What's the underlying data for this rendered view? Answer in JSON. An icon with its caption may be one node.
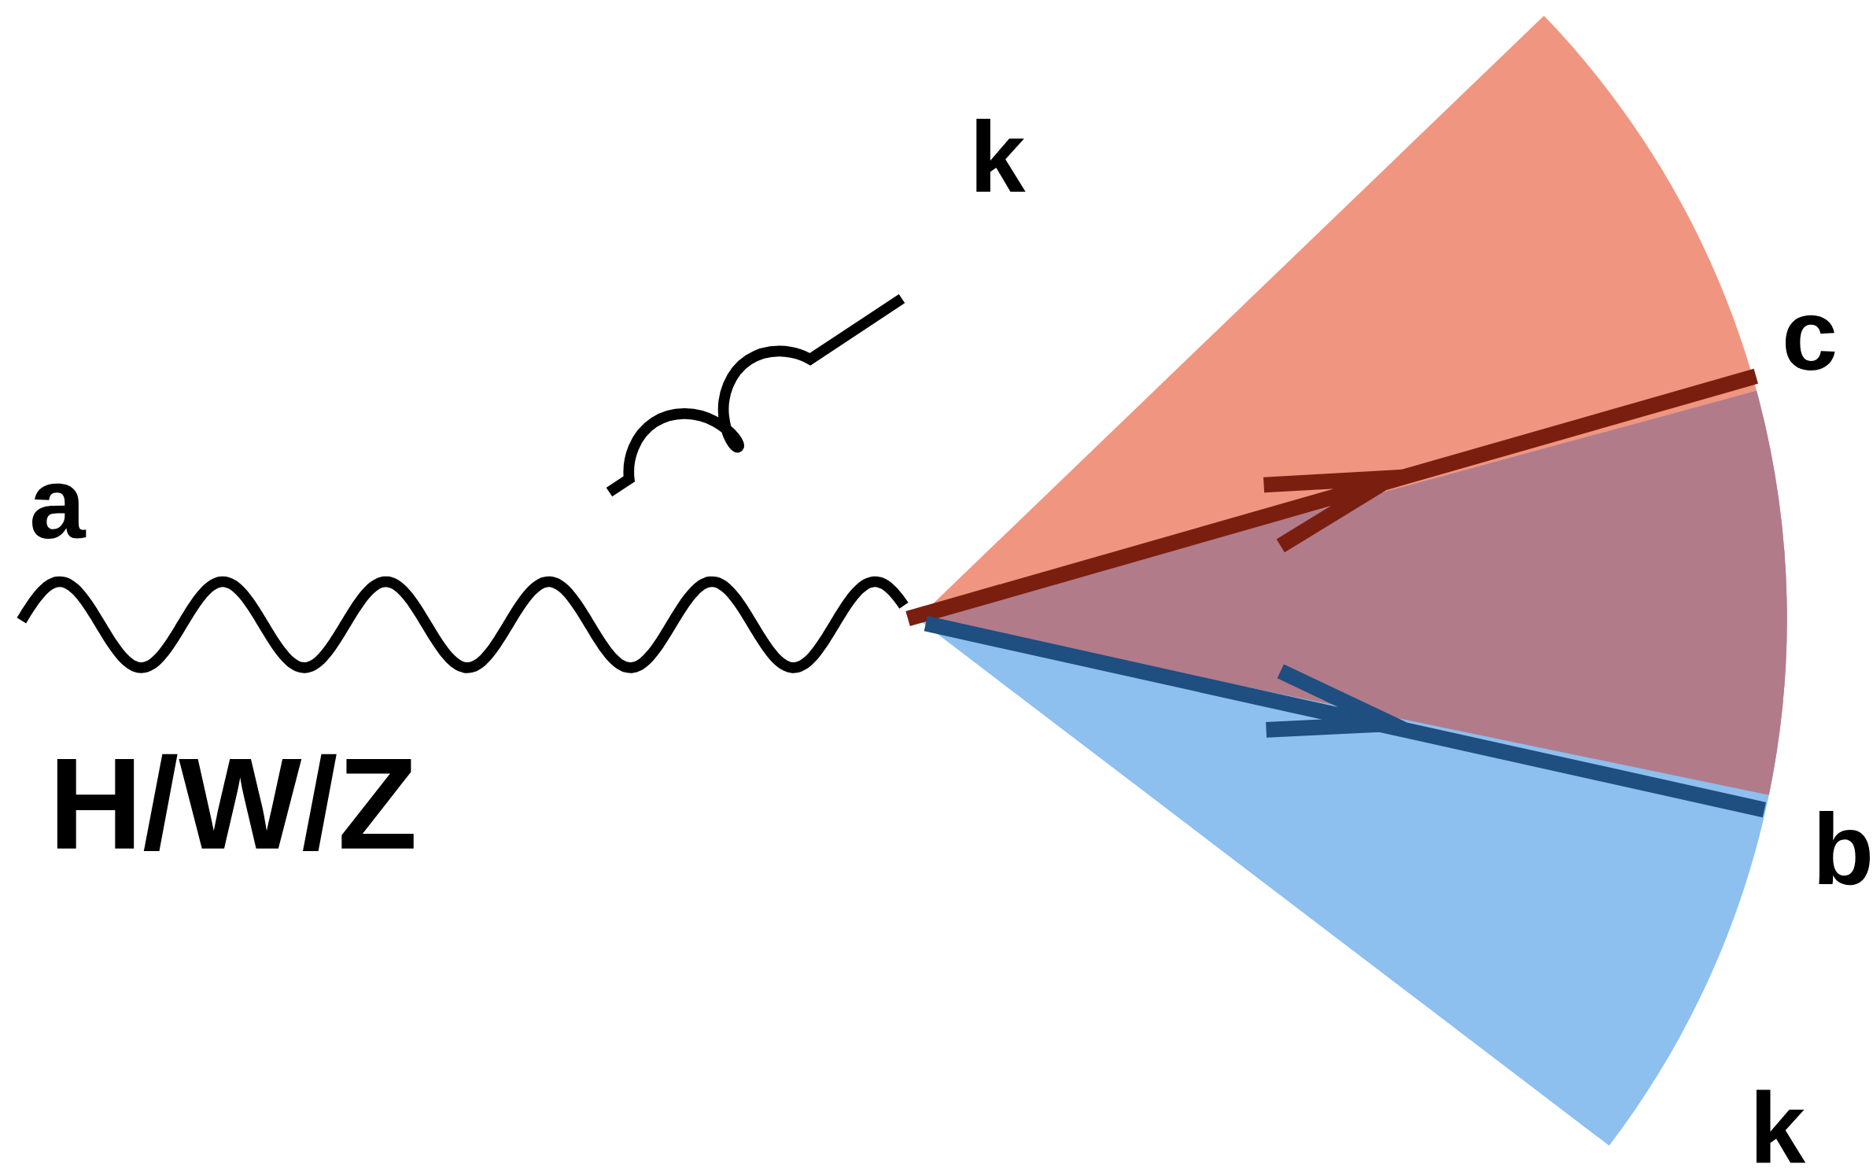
{
  "diagram": {
    "labels": [
      "k",
      "c",
      "a",
      "H/W/Z",
      "b",
      "k"
    ]
  }
}
